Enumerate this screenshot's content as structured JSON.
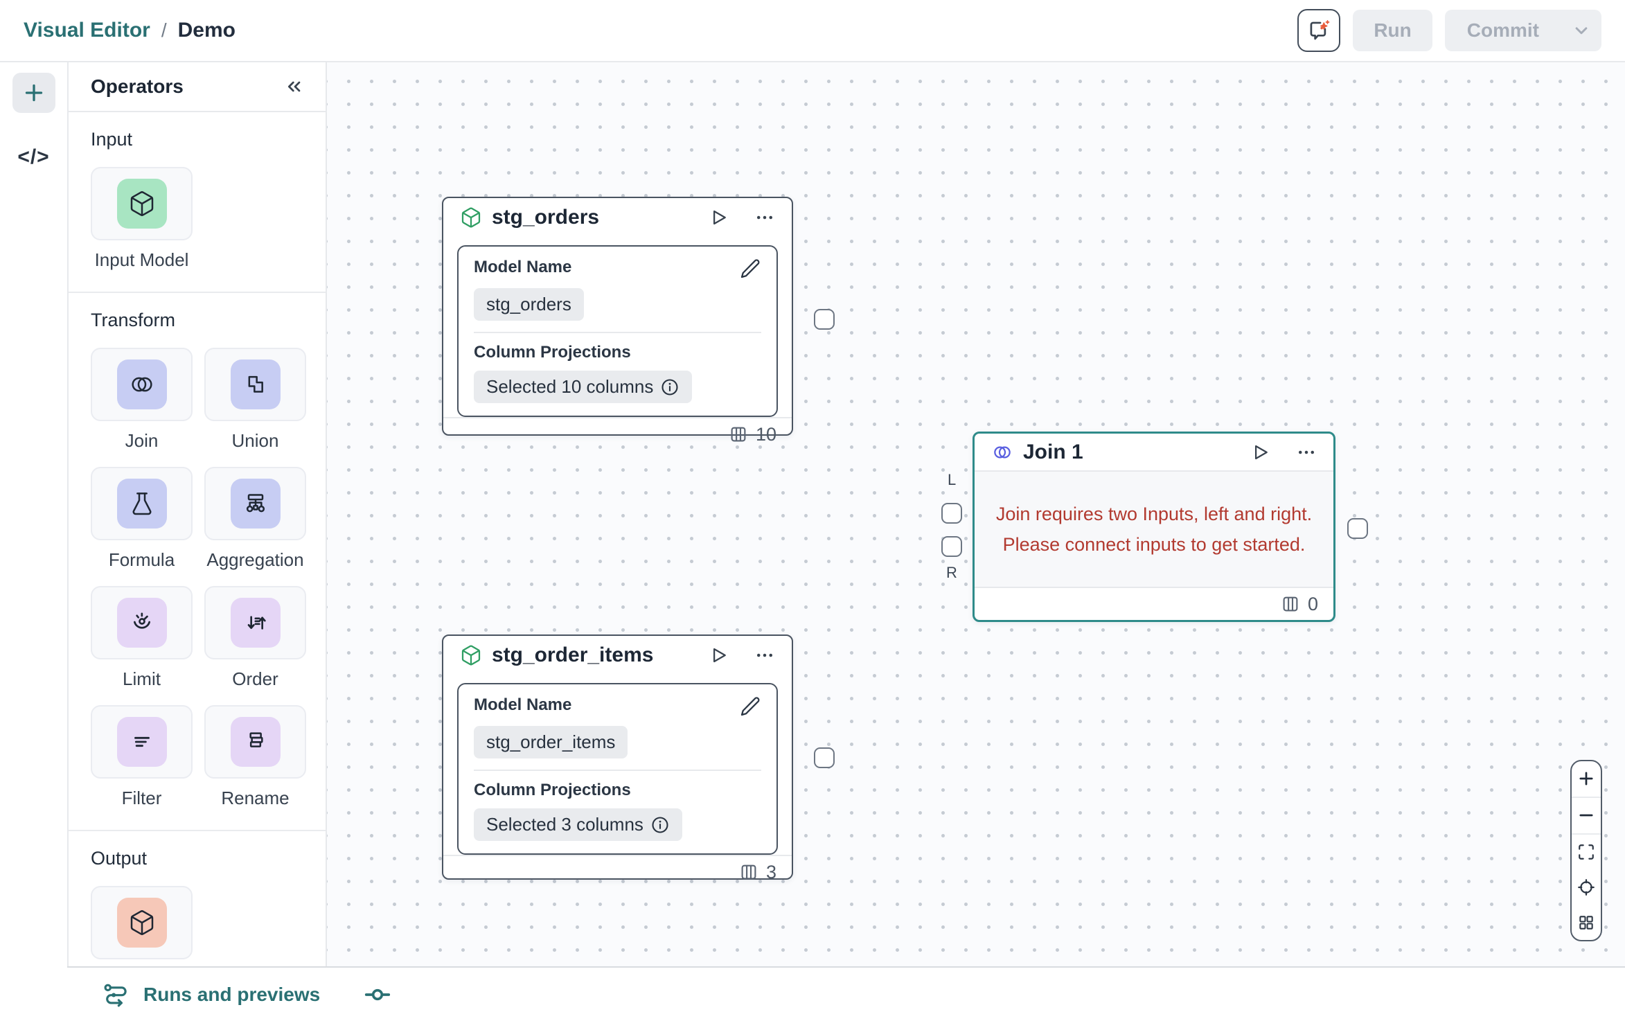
{
  "header": {
    "breadcrumb": {
      "section": "Visual Editor",
      "separator": "/",
      "page": "Demo"
    },
    "run_label": "Run",
    "commit_label": "Commit"
  },
  "operators_panel": {
    "title": "Operators",
    "input_section_label": "Input",
    "transform_section_label": "Transform",
    "output_section_label": "Output",
    "input_items": [
      {
        "label": "Input Model",
        "icon": "cube-icon",
        "tile_color": "#a8e5c2"
      }
    ],
    "transform_items": [
      {
        "label": "Join",
        "icon": "join-icon",
        "tile_color": "#c7cdf3"
      },
      {
        "label": "Union",
        "icon": "union-icon",
        "tile_color": "#c7cdf3"
      },
      {
        "label": "Formula",
        "icon": "flask-icon",
        "tile_color": "#c7cdf3"
      },
      {
        "label": "Aggregation",
        "icon": "aggregation-icon",
        "tile_color": "#c7cdf3"
      },
      {
        "label": "Limit",
        "icon": "gauge-icon",
        "tile_color": "#e5d6f6"
      },
      {
        "label": "Order",
        "icon": "sort-icon",
        "tile_color": "#e5d6f6"
      },
      {
        "label": "Filter",
        "icon": "filter-icon",
        "tile_color": "#e5d6f6"
      },
      {
        "label": "Rename",
        "icon": "rename-icon",
        "tile_color": "#e5d6f6"
      }
    ],
    "output_items": [
      {
        "label": "",
        "icon": "cube-icon",
        "tile_color": "#f6c8b8"
      }
    ]
  },
  "canvas": {
    "nodes": {
      "stg_orders": {
        "title": "stg_orders",
        "model_name_label": "Model Name",
        "model_name": "stg_orders",
        "projections_label": "Column Projections",
        "projections_value": "Selected 10 columns",
        "column_count": "10"
      },
      "join1": {
        "title": "Join 1",
        "error_line1": "Join requires two Inputs, left and right.",
        "error_line2": "Please connect inputs to get started.",
        "column_count": "0",
        "left_handle_label": "L",
        "right_handle_label": "R"
      },
      "stg_order_items": {
        "title": "stg_order_items",
        "model_name_label": "Model Name",
        "model_name": "stg_order_items",
        "projections_label": "Column Projections",
        "projections_value": "Selected 3 columns",
        "column_count": "3"
      }
    }
  },
  "bottom_bar": {
    "label": "Runs and previews"
  },
  "colors": {
    "teal_accent": "#2a7073",
    "selected_node_border": "#2f8b8a",
    "error_text": "#b23a30",
    "tile_green": "#a8e5c2",
    "tile_lavender": "#c7cdf3",
    "tile_purple": "#e5d6f6",
    "tile_salmon": "#f6c8b8",
    "node_border": "#4a5461",
    "chip_bg": "#e9ebee",
    "sparkle_orange": "#e85d3d"
  }
}
